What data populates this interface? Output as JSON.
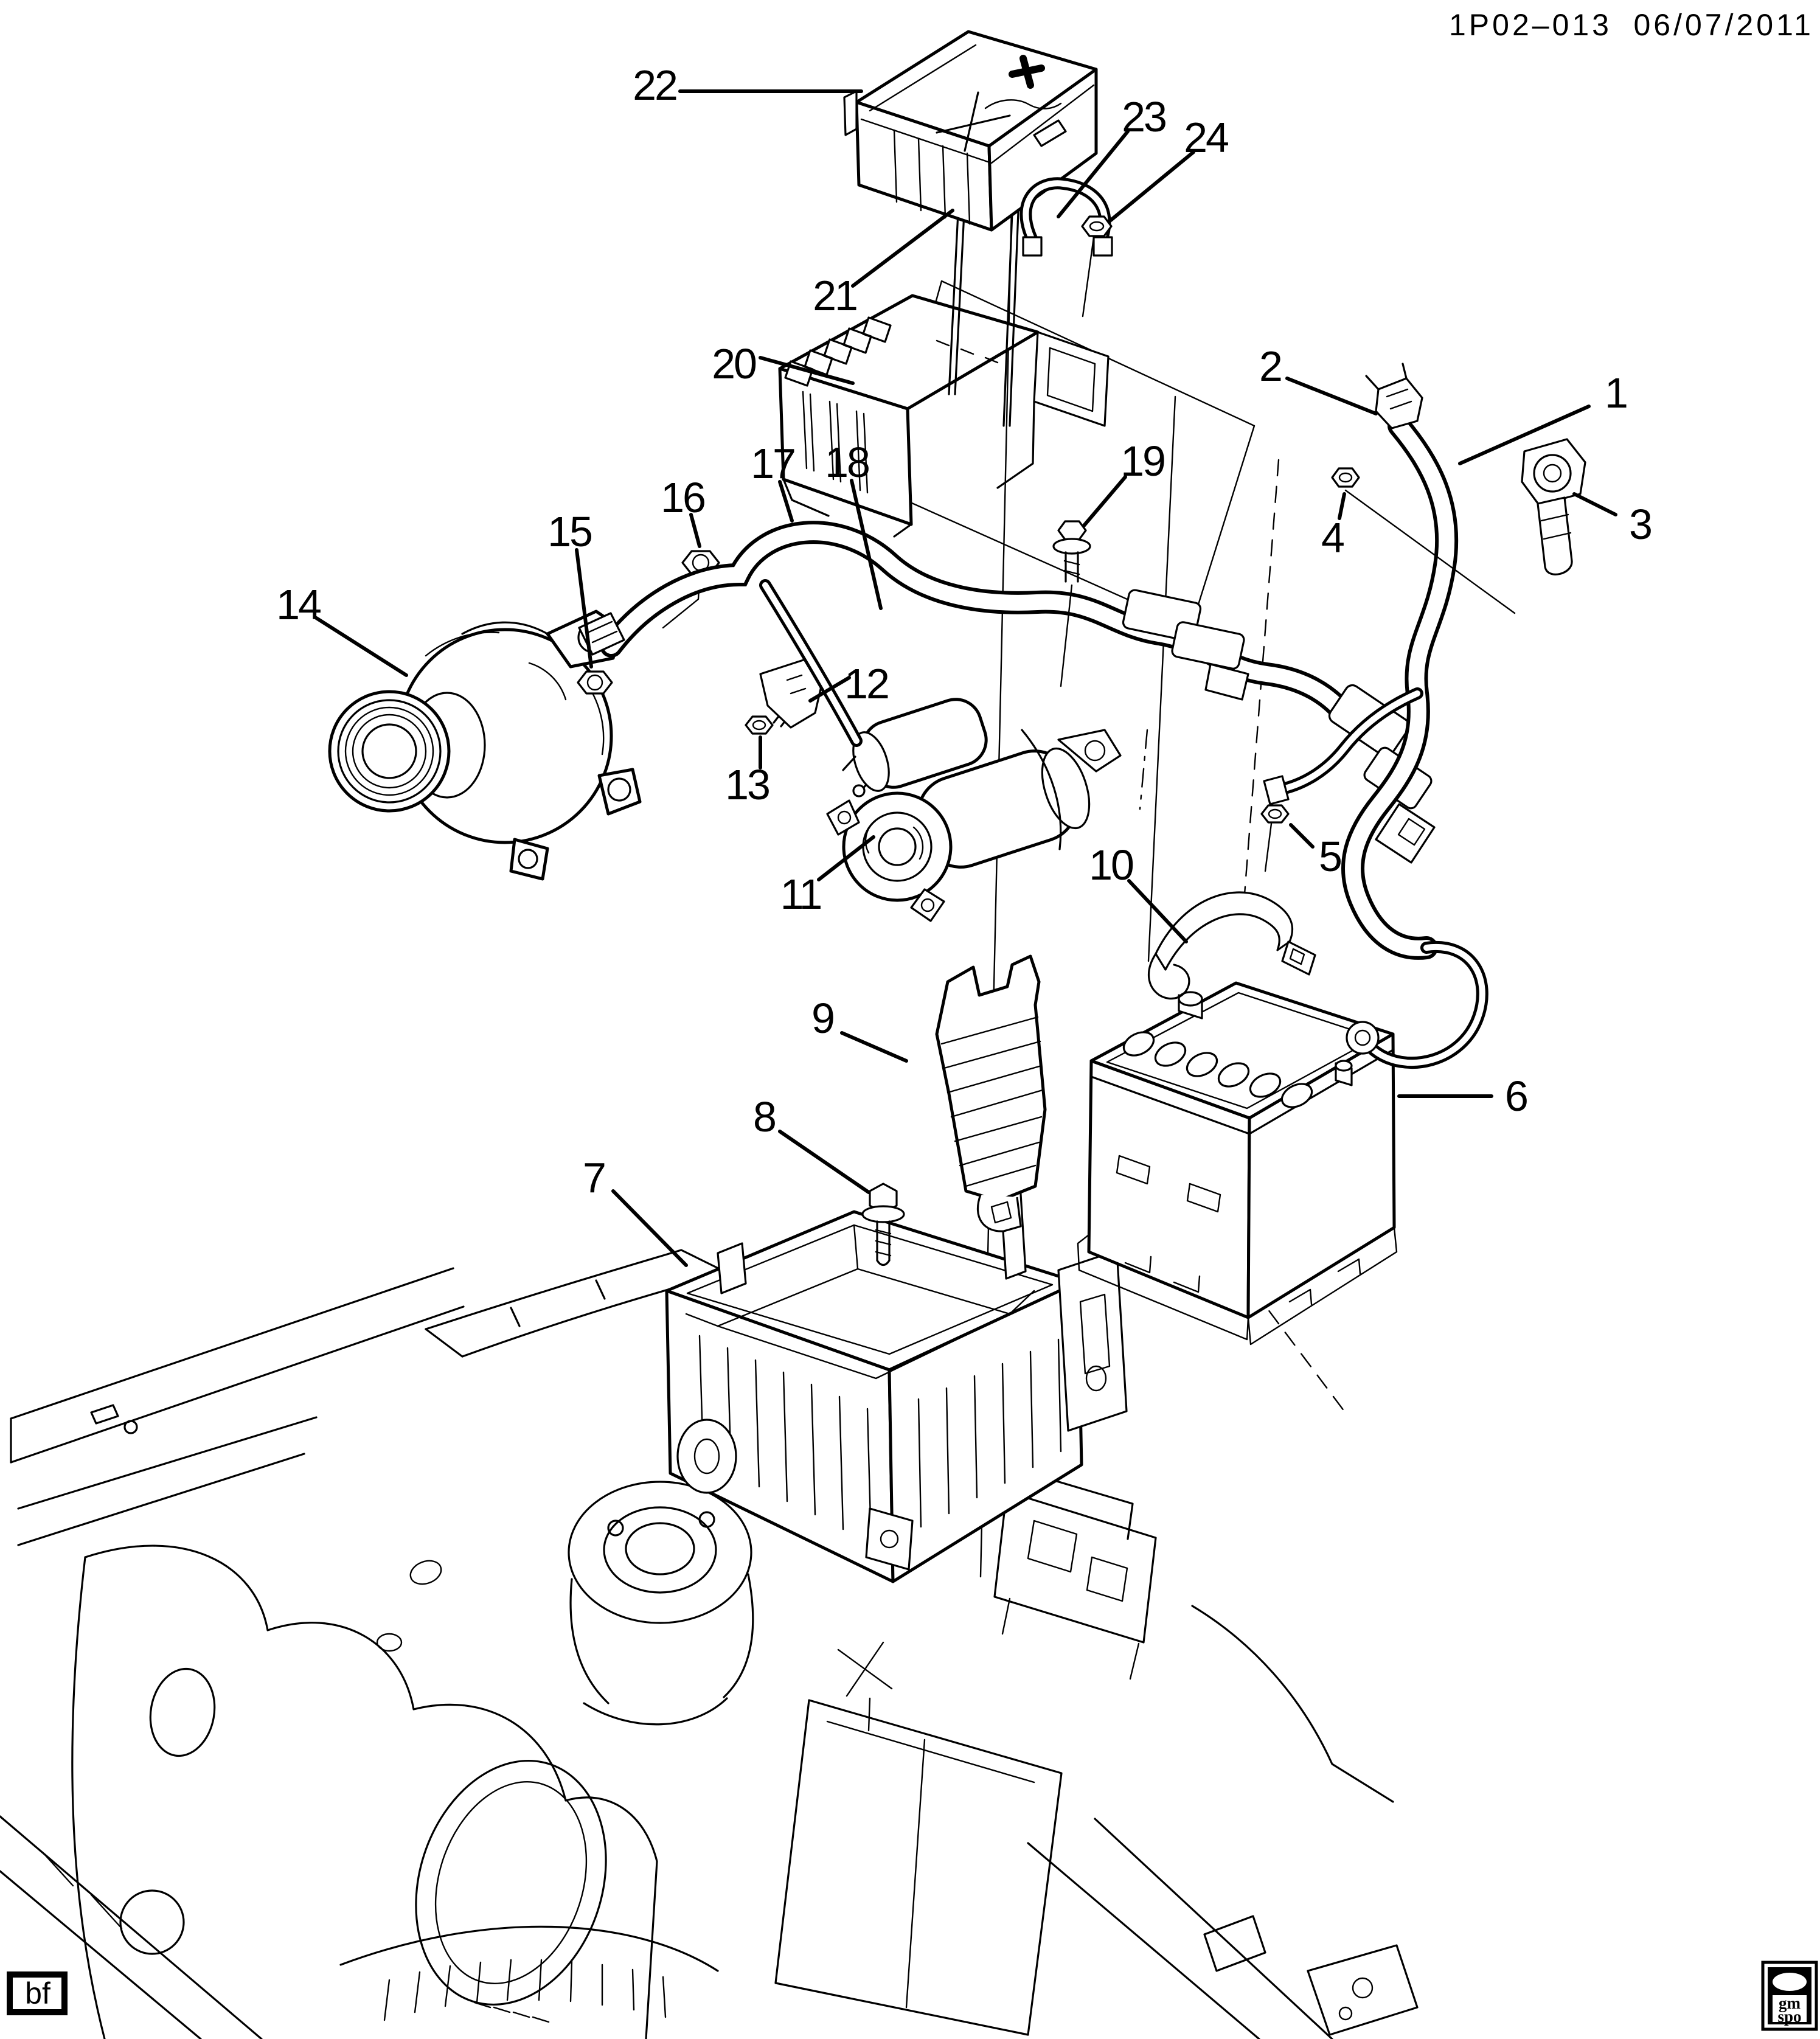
{
  "page": {
    "background": "#ffffff",
    "line_color": "#000000"
  },
  "header": {
    "drawing_number": "1P02–013",
    "date": "06/07/2011"
  },
  "footer": {
    "left_mark": "bf",
    "logo_line1": "gm",
    "logo_line2": "spo"
  },
  "callouts": {
    "c1": "1",
    "c2": "2",
    "c3": "3",
    "c4": "4",
    "c5": "5",
    "c6": "6",
    "c7": "7",
    "c8": "8",
    "c9": "9",
    "c10": "10",
    "c11": "11",
    "c12": "12",
    "c13": "13",
    "c14": "14",
    "c15": "15",
    "c16": "16",
    "c17": "17",
    "c18": "18",
    "c19": "19",
    "c20": "20",
    "c21": "21",
    "c22": "22",
    "c23": "23",
    "c24": "24"
  }
}
